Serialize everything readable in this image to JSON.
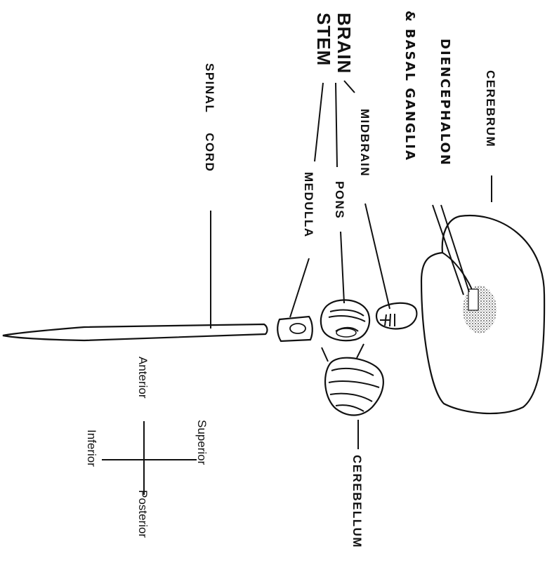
{
  "labels": {
    "cerebrum": "CEREBRUM",
    "diencephalon": "DIENCEPHALON",
    "and_basal_ganglia": "& BASAL GANGLIA",
    "brain": "BRAIN",
    "stem": "STEM",
    "midbrain": "MIDBRAIN",
    "pons": "PONS",
    "medulla": "MEDULLA",
    "spinal_cord": "SPINAL CORD",
    "cerebellum": "CEREBELLUM"
  },
  "orientation": {
    "superior": "Superior",
    "inferior": "Inferior",
    "anterior": "Anterior",
    "posterior": "Posterior"
  }
}
